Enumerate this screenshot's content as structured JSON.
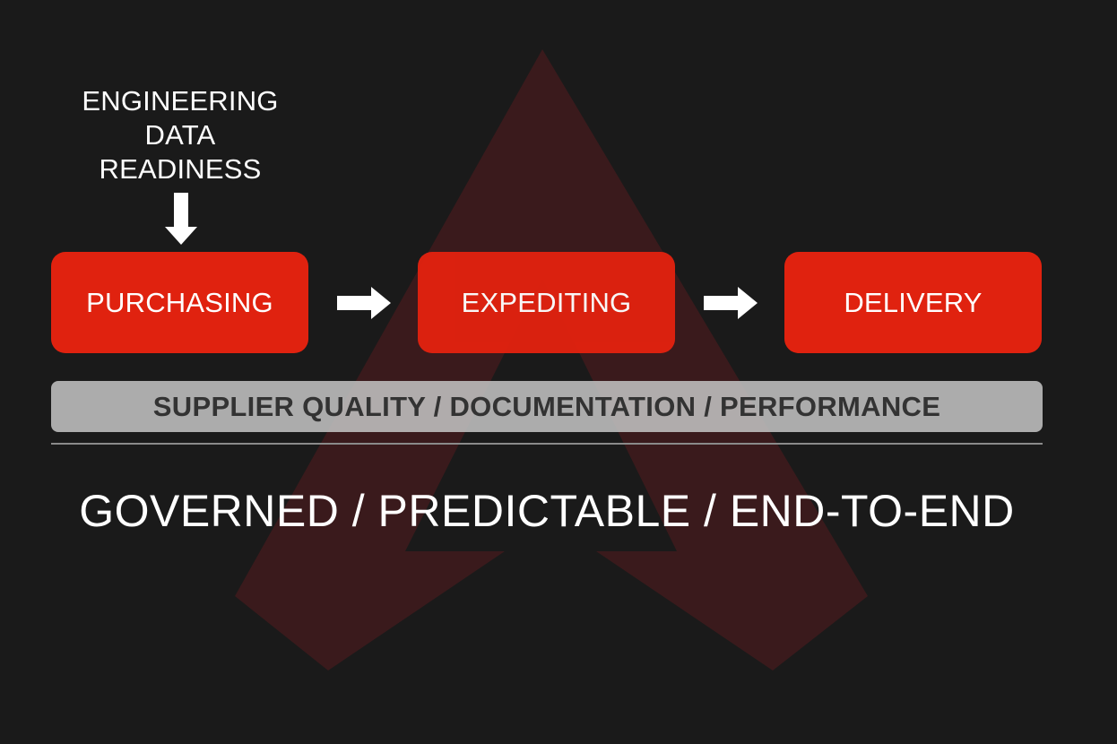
{
  "diagram": {
    "input_label_lines": [
      "ENGINEERING",
      "DATA",
      "READINESS"
    ],
    "steps": [
      "PURCHASING",
      "EXPEDITING",
      "DELIVERY"
    ],
    "support_bar": "SUPPLIER QUALITY / DOCUMENTATION / PERFORMANCE",
    "tagline": "GOVERNED / PREDICTABLE / END-TO-END"
  },
  "colors": {
    "background": "#1a1a1a",
    "step_box": "#e0220f",
    "support_bar": "#c0c0c0",
    "watermark": "#3a1a1c"
  }
}
